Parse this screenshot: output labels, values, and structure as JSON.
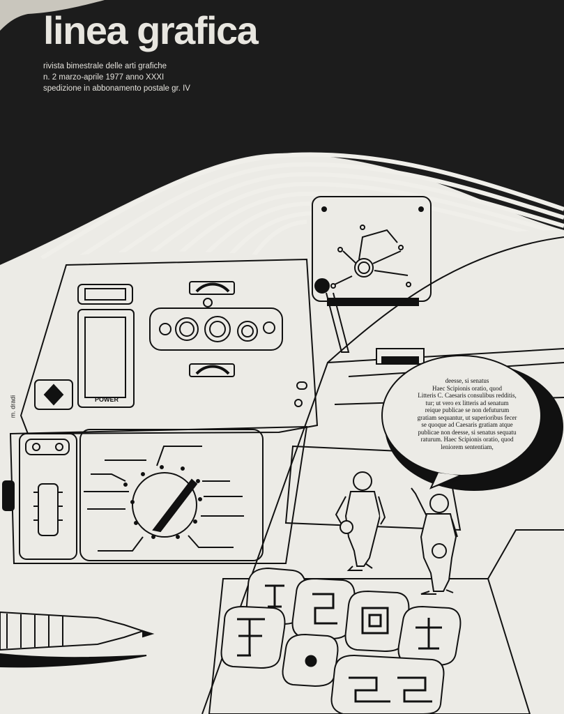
{
  "magazine": {
    "title": "linea grafica",
    "subtitle_lines": [
      "rivista bimestrale delle arti grafiche",
      "n. 2 marzo-aprile 1977 anno XXXI",
      "spedizione in abbonamento postale gr. IV"
    ]
  },
  "illustration": {
    "power_label": "POWER",
    "signature": "m. dradi",
    "balloon_lines": [
      "deesse, si senatus",
      "Haec Scipionis oratio, quod",
      "Litteris C. Caesaris consulibus redditis,",
      "tur; ut vero ex litteris ad senatum",
      "reique publicae se non defuturum",
      "gratiam sequantur, ut superioribus fecer",
      "se quoque ad Caesaris gratiam atque",
      "publicae non deesse, si senatus sequatu",
      "raturum. Haec Scipionis oratio, quod",
      "leniorem sententiam,"
    ]
  },
  "colors": {
    "background_dark": "#1b1b1b",
    "paper": "#ecebe6",
    "ink": "#111111",
    "title_text": "#e8e6e0"
  }
}
